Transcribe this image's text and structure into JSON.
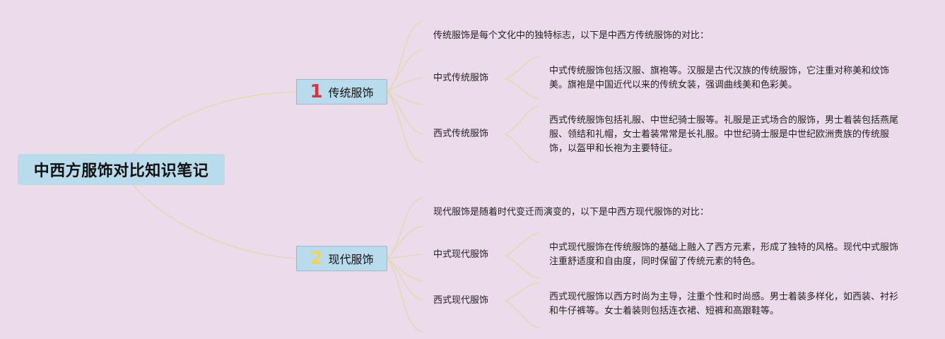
{
  "root": {
    "title": "中西方服饰对比知识笔记"
  },
  "colors": {
    "background": "#ecdbea",
    "node_fill": "#b9dced",
    "connector": "#e5d8b4",
    "number_1": "#e03040",
    "number_2": "#f2d64a"
  },
  "branches": [
    {
      "number": "1",
      "label": "传统服饰",
      "intro": "传统服饰是每个文化中的独特标志，以下是中西方传统服饰的对比：",
      "items": [
        {
          "label": "中式传统服饰",
          "detail": "中式传统服饰包括汉服、旗袍等。汉服是古代汉族的传统服饰，它注重对称美和纹饰美。旗袍是中国近代以来的传统女装，强调曲线美和色彩美。"
        },
        {
          "label": "西式传统服饰",
          "detail": "西式传统服饰包括礼服、中世纪骑士服等。礼服是正式场合的服饰，男士着装包括燕尾服、领结和礼帽，女士着装常常是长礼服。中世纪骑士服是中世纪欧洲贵族的传统服饰，以盔甲和长袍为主要特征。"
        }
      ]
    },
    {
      "number": "2",
      "label": "现代服饰",
      "intro": "现代服饰是随着时代变迁而演变的，以下是中西方现代服饰的对比：",
      "items": [
        {
          "label": "中式现代服饰",
          "detail": "中式现代服饰在传统服饰的基础上融入了西方元素，形成了独特的风格。现代中式服饰注重舒适度和自由度，同时保留了传统元素的特色。"
        },
        {
          "label": "西式现代服饰",
          "detail": "西式现代服饰以西方时尚为主导，注重个性和时尚感。男士着装多样化，如西装、衬衫和牛仔裤等。女士着装则包括连衣裙、短裤和高跟鞋等。"
        }
      ]
    }
  ]
}
